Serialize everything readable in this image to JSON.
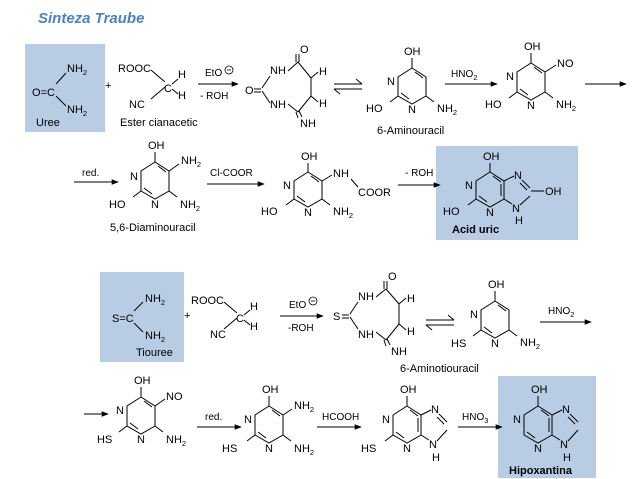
{
  "title": "Sinteza Traube",
  "atoms": {
    "O": "O",
    "C": "C",
    "N": "N",
    "S": "S",
    "H": "H",
    "NH": "NH",
    "NH2": "NH",
    "OH": "OH",
    "HO": "HO",
    "HS": "HS",
    "NO": "NO",
    "sub2": "2",
    "sub3": "3",
    "plus": "+",
    "ROOC": "ROOC",
    "NC": "NC",
    "COOR": "COOR",
    "EtO": "EtO",
    "minus": "−"
  },
  "reagents": {
    "eto_top": "EtO",
    "roh_top": "- ROH",
    "hno2_1": "HNO",
    "hno2_2": "HNO",
    "red_1": "red.",
    "clcoor": "Cl-COOR",
    "roh_2": "- ROH",
    "eto_bottom": "EtO",
    "roh_bottom": "-ROH",
    "red_2": "red.",
    "hcooh": "HCOOH",
    "hno3": "HNO"
  },
  "captions": {
    "uree": "Uree",
    "ester": "Ester cianacetic",
    "aminouracil": "6-Aminouracil",
    "diaminouracil": "5,6-Diaminouracil",
    "acid_uric": "Acid uric",
    "tiouree": "Tiouree",
    "aminotiouracil": "6-Aminotiouracil",
    "hipoxantina": "Hipoxantina"
  }
}
